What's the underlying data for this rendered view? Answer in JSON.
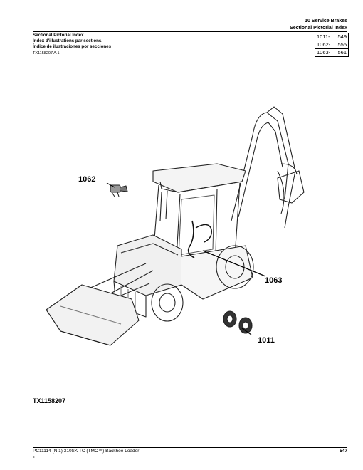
{
  "header": {
    "section": "10 Service Brakes",
    "subsection": "Sectional Pictorial Index",
    "titles": [
      "Sectional Pictorial Index",
      "Index d'illustrations par sections.",
      "Índice de ilustraciones por secciones"
    ],
    "doc_ref": "TX1158207 A.1"
  },
  "index": [
    {
      "group": "1011-",
      "page": "549"
    },
    {
      "group": "1062-",
      "page": "555"
    },
    {
      "group": "1063-",
      "page": "561"
    }
  ],
  "callouts": {
    "c1062": "1062",
    "c1063": "1063",
    "c1011": "1011"
  },
  "figure_id": "TX1158207",
  "footer": {
    "left": "PC11114    (N.1)    310SK TC (TMC™) Backhoe Loader",
    "page": "547",
    "small": "8"
  }
}
